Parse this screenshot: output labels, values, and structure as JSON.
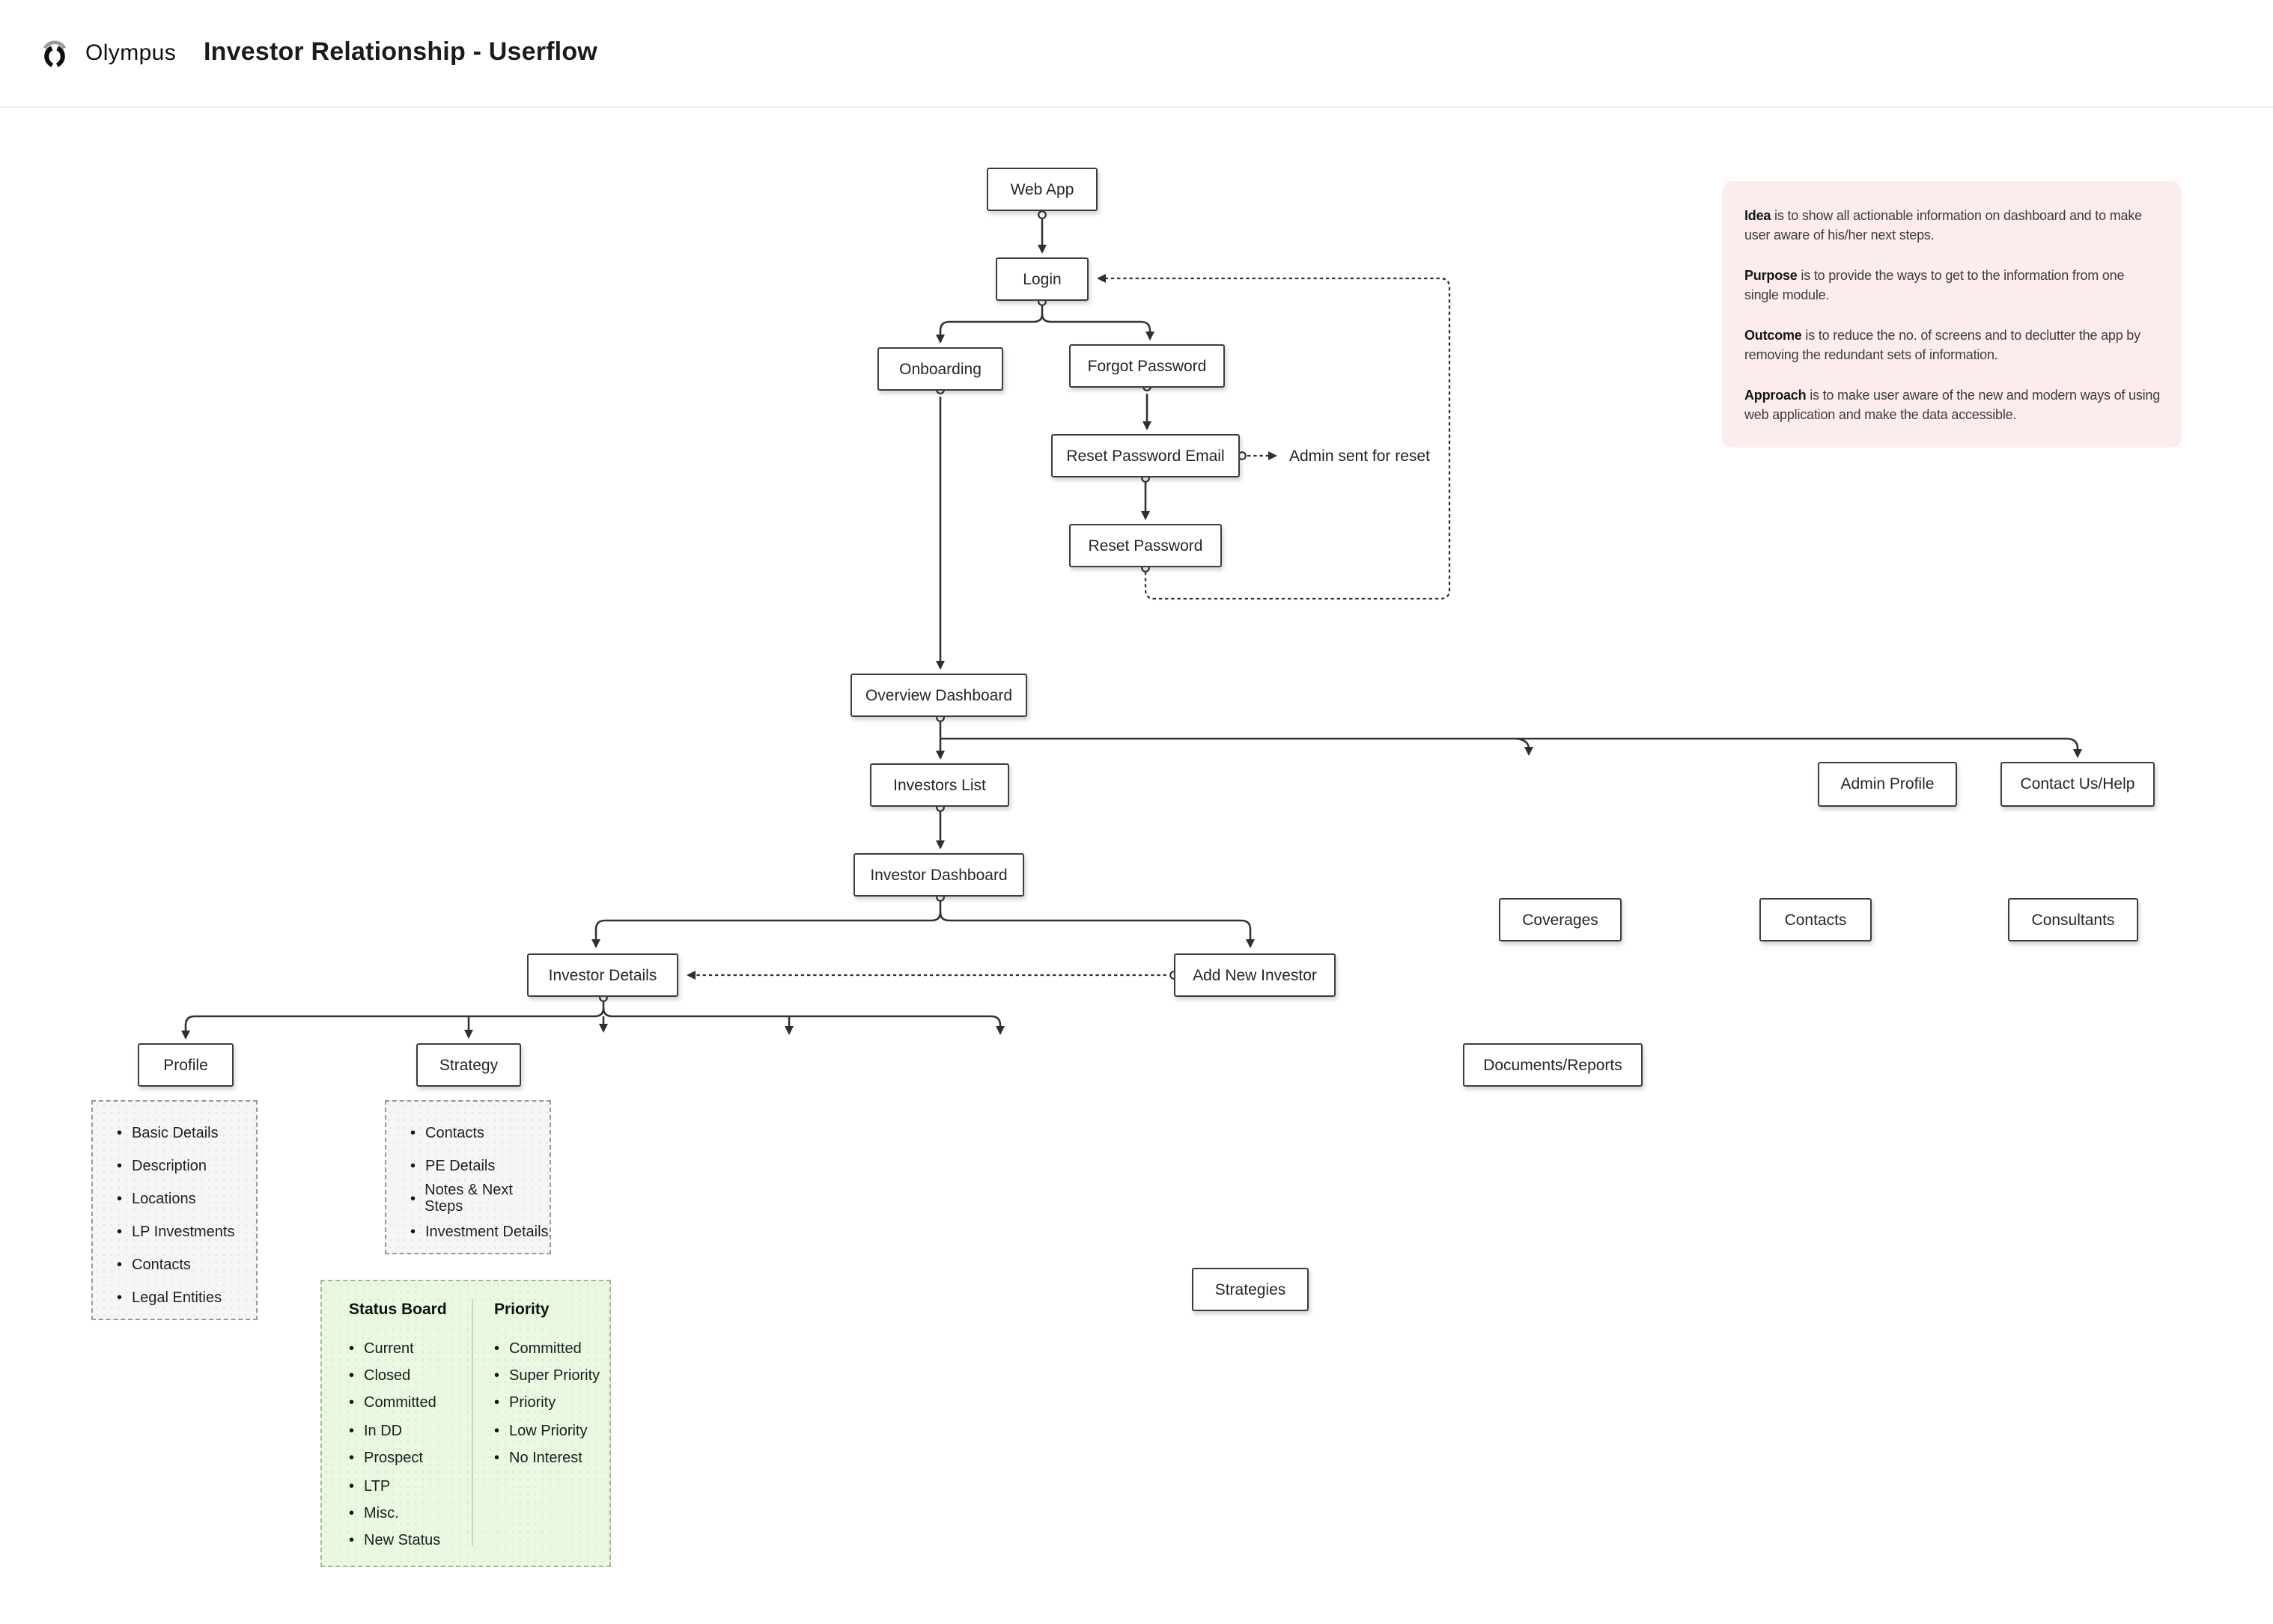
{
  "header": {
    "brand": "Olympus",
    "title": "Investor Relationship - Userflow"
  },
  "nodes": {
    "web_app": "Web App",
    "login": "Login",
    "onboarding": "Onboarding",
    "forgot_password": "Forgot Password",
    "reset_password_email": "Reset Password Email",
    "reset_password": "Reset Password",
    "overview_dashboard": "Overview Dashboard",
    "investors_list": "Investors List",
    "admin_profile": "Admin Profile",
    "contact_us": "Contact Us/Help",
    "investor_dashboard": "Investor Dashboard",
    "coverages": "Coverages",
    "contacts": "Contacts",
    "consultants": "Consultants",
    "investor_details": "Investor Details",
    "add_new_investor": "Add New Investor",
    "profile": "Profile",
    "strategy": "Strategy",
    "documents_reports": "Documents/Reports",
    "strategies": "Strategies"
  },
  "labels": {
    "admin_sent": "Admin sent for reset"
  },
  "profile_list": {
    "items": [
      "Basic Details",
      "Description",
      "Locations",
      "LP Investments",
      "Contacts",
      "Legal Entities"
    ]
  },
  "strategy_list": {
    "items": [
      "Contacts",
      "PE Details",
      "Notes & Next Steps",
      "Investment Details"
    ]
  },
  "status_board": {
    "title": "Status Board",
    "items": [
      "Current",
      "Closed",
      "Committed",
      "In DD",
      "Prospect",
      "LTP",
      "Misc.",
      "New Status"
    ]
  },
  "priority": {
    "title": "Priority",
    "items": [
      "Committed",
      "Super Priority",
      "Priority",
      "Low Priority",
      "No Interest"
    ]
  },
  "note": {
    "paragraphs": [
      {
        "lead": "Idea",
        "text": " is to show all actionable information on dashboard and to make user aware of his/her next steps."
      },
      {
        "lead": "Purpose",
        "text": " is to provide the ways to get to the information from one single module."
      },
      {
        "lead": "Outcome",
        "text": " is to reduce the no. of screens and to declutter the app by removing the redundant sets of information."
      },
      {
        "lead": "Approach",
        "text": " is to make user aware of the new and modern ways of using web application and make the data accessible."
      }
    ]
  },
  "colors": {
    "note_background": "#fcecec",
    "green_panel_background": "#eaf8e2",
    "gray_panel_background": "#f6f6f7",
    "connector": "#333333",
    "node_border": "#3d3d3d"
  }
}
